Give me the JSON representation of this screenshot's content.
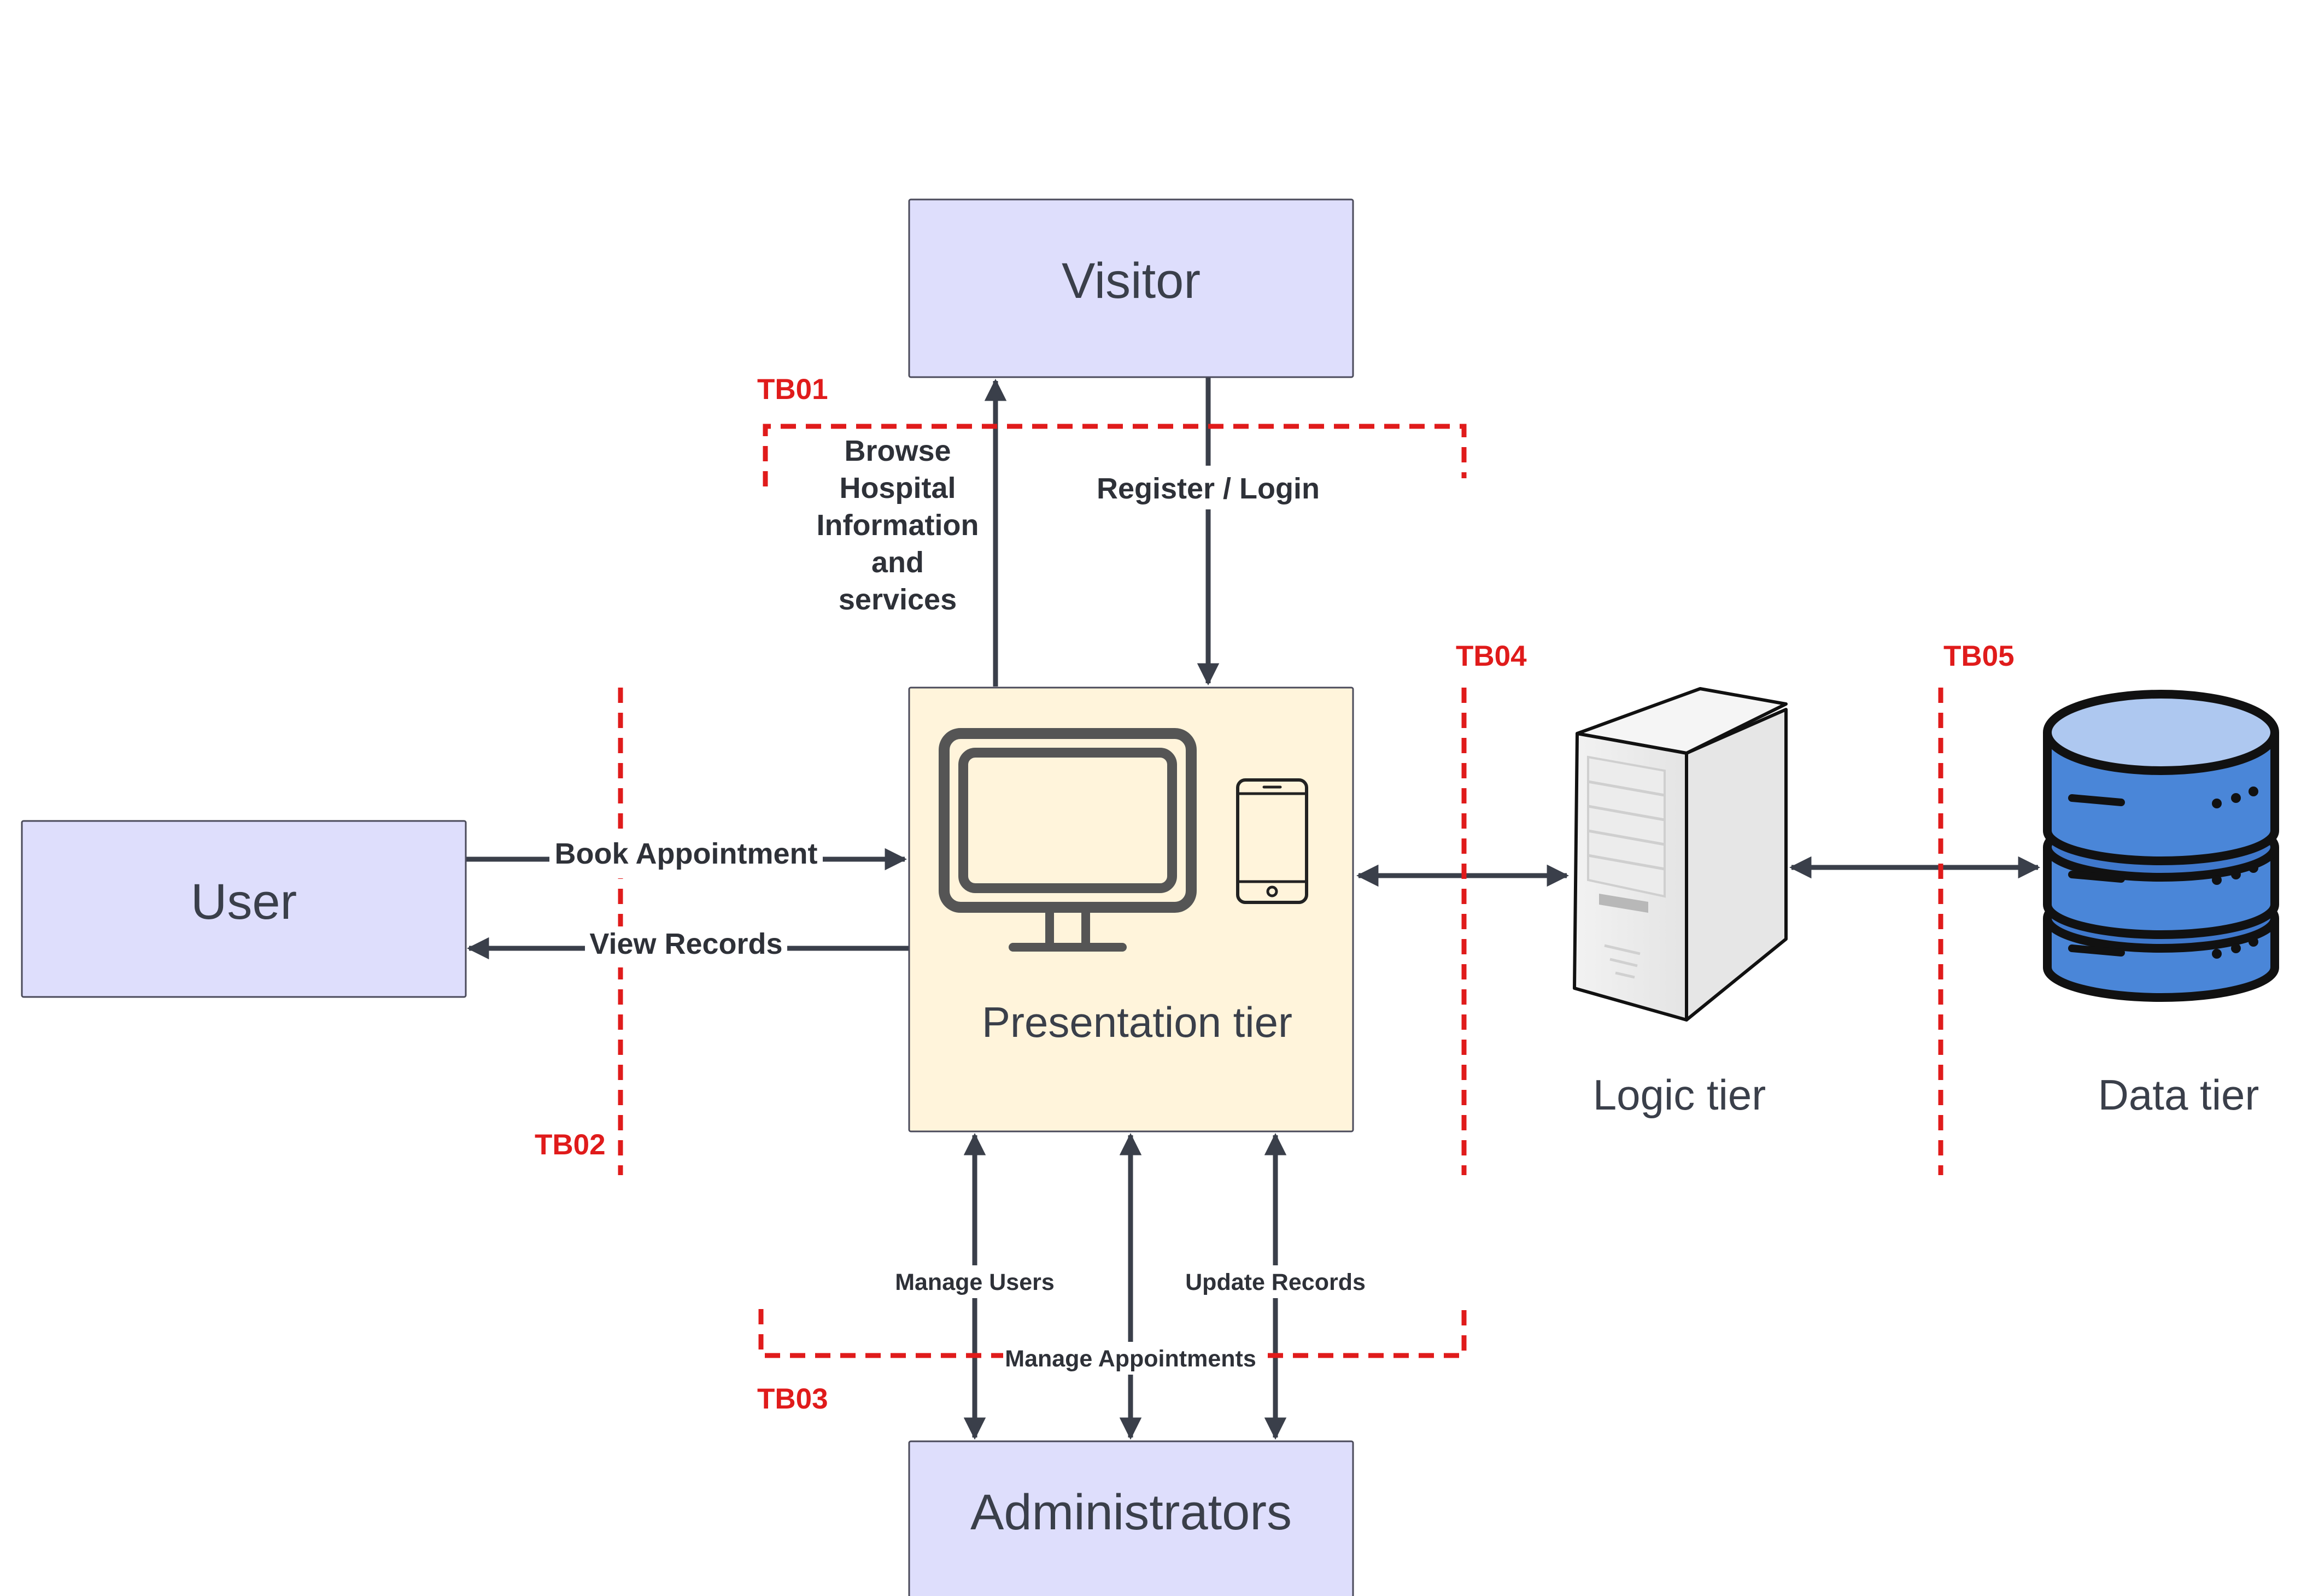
{
  "nodes": {
    "visitor": "Visitor",
    "user": "User",
    "administrators": "Administrators",
    "presentation": "Presentation tier",
    "logic": "Logic tier",
    "data": "Data tier"
  },
  "flows": {
    "browse": [
      "Browse",
      "Hospital",
      "Information",
      "and",
      "services"
    ],
    "register": "Register / Login",
    "book": "Book Appointment",
    "view": "View Records",
    "manage_users": "Manage Users",
    "manage_appointments": "Manage Appointments",
    "update_records": "Update Records"
  },
  "boundaries": {
    "tb01": "TB01",
    "tb02": "TB02",
    "tb03": "TB03",
    "tb04": "TB04",
    "tb05": "TB05"
  },
  "colors": {
    "actor_box": "#dedefc",
    "presentation_box": "#fff4db",
    "boundary": "#e01b1b",
    "arrow": "#3a3f4a",
    "database": "#4a86d8"
  },
  "icons": [
    "desktop-monitor-icon",
    "smartphone-icon",
    "server-tower-icon",
    "database-icon"
  ]
}
